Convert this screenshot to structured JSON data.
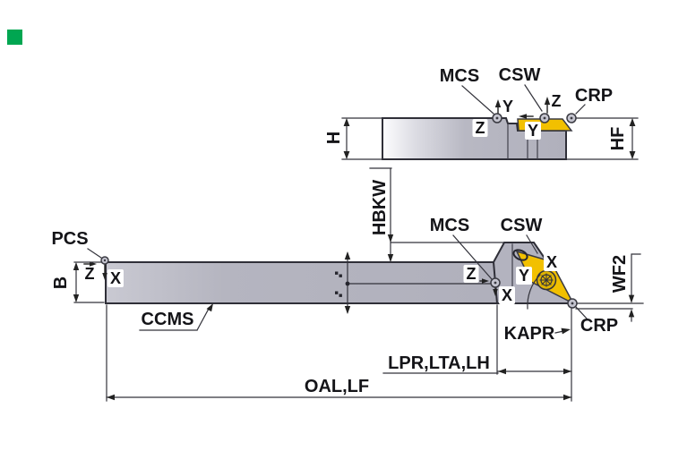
{
  "diagram_title": "tool-holder-dimension-diagram",
  "colors": {
    "tool_gray": "#b2b2bd",
    "insert_yellow": "#f2c000",
    "outline": "#2f2f38",
    "marker_green": "#00a651"
  },
  "side_view": {
    "mcs": "MCS",
    "csw": "CSW",
    "crp": "CRP",
    "y_axis": "Y",
    "z_axis": "Z",
    "z_ref": "Z",
    "y_ref": "Y",
    "h": "H",
    "hf": "HF"
  },
  "plan_view": {
    "hbkw": "HBKW",
    "mcs": "MCS",
    "csw": "CSW",
    "pcs": "PCS",
    "z_axis": "Z",
    "x_shank": "X",
    "b": "B",
    "z_ref": "Z",
    "y_ref": "Y",
    "x_head": "X",
    "x_corner": "X",
    "wf2": "WF2",
    "crp": "CRP",
    "kapr": "KAPR",
    "ccms": "CCMS",
    "lpr_lta_lh": "LPR,LTA,LH",
    "oal_lf": "OAL,LF"
  }
}
